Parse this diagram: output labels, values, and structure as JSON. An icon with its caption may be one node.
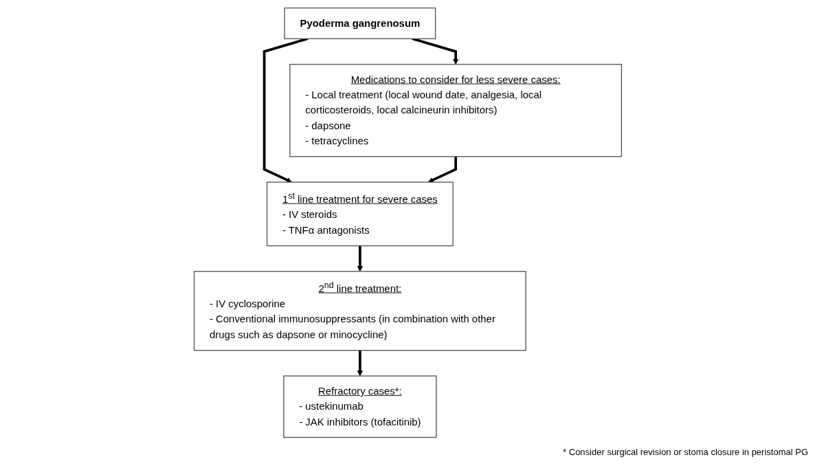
{
  "diagram": {
    "nodes": [
      {
        "text": [
          "Pyoderma gangrenosum"
        ]
      },
      {
        "text": [
          "1$^{st}$ line treatment for severe cases",
          "- IV steroids",
          "- TNFα antagonists"
        ]
      },
      {
        "text": [
          "Medications to consider for less severe cases:",
          "- Local treatment (local wound date, analgesia, local corticosteroids, local calcineurin inhibitors)",
          "- dapsone",
          "- tetracyclines"
        ]
      },
      {
        "text": [
          "2$^{nd}$ line treatment:",
          "- IV cyclosporine",
          "- Conventional immunosuppressants (in combination with other drugs such as dapsone or minocycline)"
        ]
      },
      {
        "text": [
          "Refractory cases*:",
          "- ustekinumab",
          "- JAK inhibitors (tofacitinib)"
        ]
      }
    ],
    "edges": [
      {
        "from": 0,
        "to": 1,
        "arrow": "to"
      },
      {
        "from": 0,
        "to": 2,
        "arrow": "to"
      },
      {
        "from": 2,
        "to": 1,
        "arrow": "to"
      },
      {
        "from": 1,
        "to": 3,
        "arrow": "to"
      },
      {
        "from": 3,
        "to": 4,
        "arrow": "to"
      }
    ],
    "labels": [
      "* Consider surgical revision or stoma closure in peristomal PG"
    ]
  }
}
